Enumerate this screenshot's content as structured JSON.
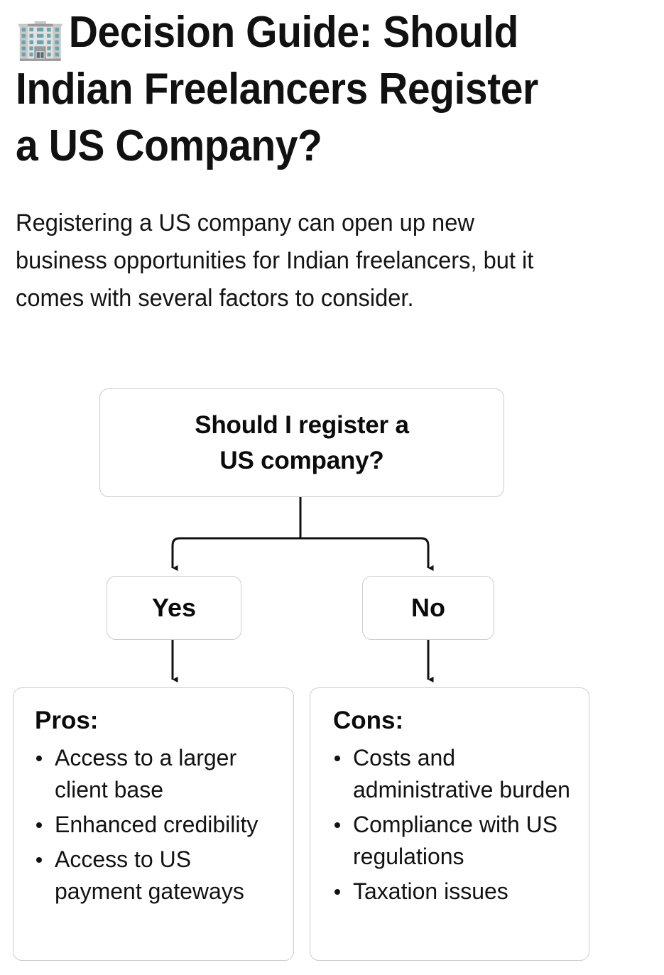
{
  "header": {
    "emoji": "🏢",
    "emoji_name": "office-building-emoji",
    "title": "Decision Guide: Should Indian Freelancers Register a US Company?",
    "intro": "Registering a US company can open up new business opportunities for Indian freelancers, but it comes with several  factors to consider."
  },
  "flowchart": {
    "root": {
      "label": "Should I register a\nUS company?"
    },
    "branches": [
      {
        "label": "Yes"
      },
      {
        "label": "No"
      }
    ],
    "outcomes": [
      {
        "heading": "Pros:",
        "items": [
          "Access to a larger client base",
          "Enhanced credibility",
          "Access to US payment gateways"
        ]
      },
      {
        "heading": "Cons:",
        "items": [
          "Costs and administrative burden",
          "Compliance with US regulations",
          "Taxation issues"
        ]
      }
    ]
  },
  "colors": {
    "background": "#ffffff",
    "text": "#111111",
    "box_border": "#cdcdcd",
    "connector": "#111111"
  }
}
